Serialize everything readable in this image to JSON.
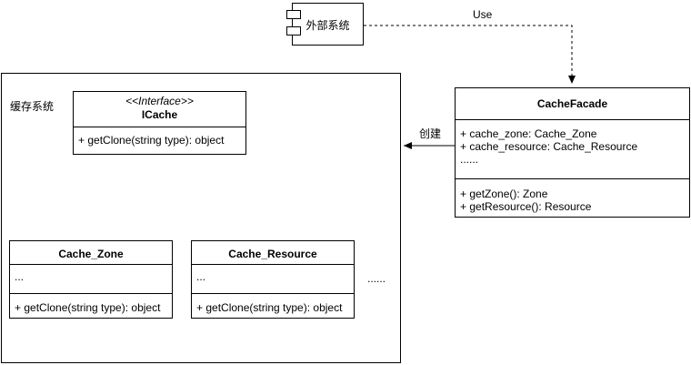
{
  "external_system": {
    "label": "外部系统",
    "icon": "component-icon"
  },
  "use_label": "Use",
  "create_label": "创建",
  "cache_system": {
    "label": "缓存系统"
  },
  "icache": {
    "stereotype": "<<Interface>>",
    "name": "ICache",
    "methods": [
      "+ getClone(string type): object"
    ]
  },
  "cache_zone": {
    "name": "Cache_Zone",
    "attributes": "...",
    "methods": [
      "+ getClone(string type): object"
    ]
  },
  "cache_resource": {
    "name": "Cache_Resource",
    "attributes": "...",
    "methods": [
      "+ getClone(string type): object"
    ]
  },
  "more_implementations": "......",
  "cache_facade": {
    "name": "CacheFacade",
    "attributes": [
      "+ cache_zone: Cache_Zone",
      "+ cache_resource: Cache_Resource",
      "......"
    ],
    "methods": [
      "+ getZone(): Zone",
      "+ getResource(): Resource"
    ]
  }
}
